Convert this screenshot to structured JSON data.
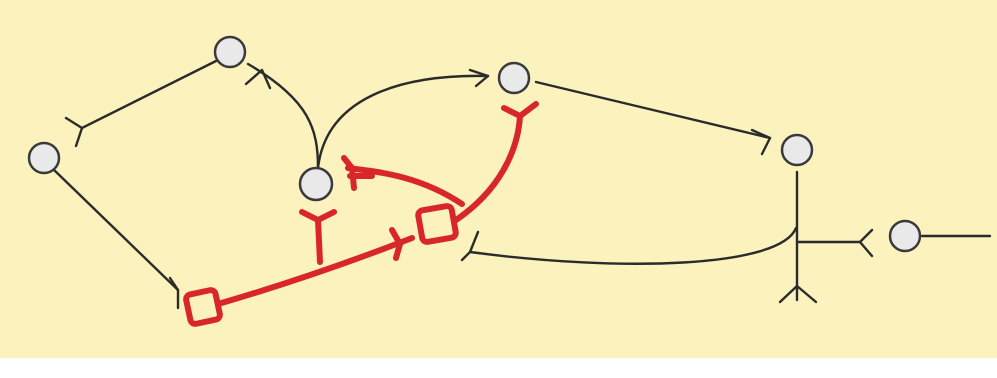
{
  "diagram": {
    "type": "neural-network-schematic",
    "colors": {
      "background": "#fbf2bd",
      "page": "#ffffff",
      "black_wire": "#2b2b2b",
      "red_wire": "#d8262b",
      "neuron_fill": "#e9e9ea"
    },
    "icons": {
      "black_neuron": "circle-neuron-icon",
      "red_neuron": "square-neuron-icon",
      "synapse": "fork-synapse-icon"
    },
    "counts": {
      "black_neurons": 6,
      "red_neurons": 2
    }
  }
}
